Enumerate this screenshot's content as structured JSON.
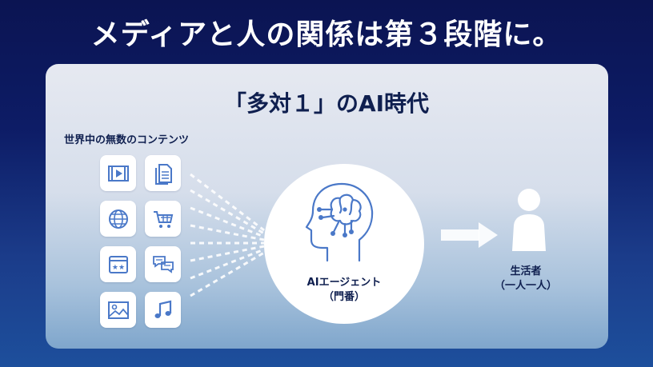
{
  "headline": "メディアと人の関係は第３段階に。",
  "panel": {
    "title": "「多対１」のAI時代",
    "contents_label": "世界中の無数のコンテンツ",
    "content_icons": [
      "video-icon",
      "document-icon",
      "globe-icon",
      "shopping-cart-icon",
      "website-icon",
      "chat-icon",
      "image-icon",
      "music-icon"
    ],
    "agent": {
      "icon": "ai-head-icon",
      "label": "AIエージェント",
      "sublabel": "（門番）"
    },
    "person": {
      "icon": "person-icon",
      "label": "生活者",
      "sublabel": "（一人一人）"
    }
  },
  "colors": {
    "background_top": "#0b1452",
    "background_bottom": "#1d4f9c",
    "icon_blue": "#4a78c8",
    "text_dark": "#0f1f4f"
  }
}
